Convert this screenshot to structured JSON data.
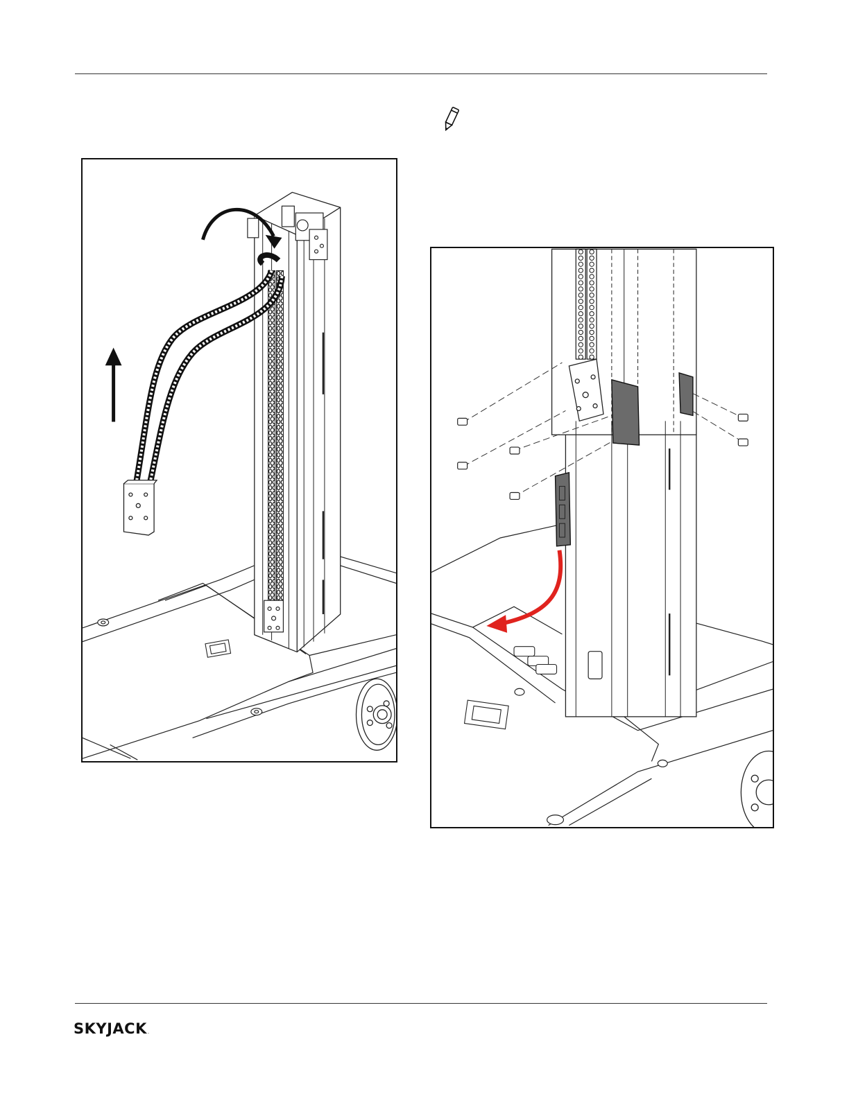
{
  "page": {
    "header_rule": true,
    "footer_rule": true
  },
  "note": {
    "icon": "pencil-note-icon"
  },
  "figures": [
    {
      "id": "left",
      "description_icon": "chain-removal-illustration",
      "arrows": [
        "curved-arrow-over-top",
        "straight-arrow-up"
      ]
    },
    {
      "id": "right",
      "description_icon": "wear-pad-removal-illustration",
      "arrows": [
        "red-curved-arrow-down"
      ],
      "accent_color": "#e0231e"
    }
  ],
  "footer": {
    "logo_text": "SKYJACK",
    "logo_mark": "."
  }
}
